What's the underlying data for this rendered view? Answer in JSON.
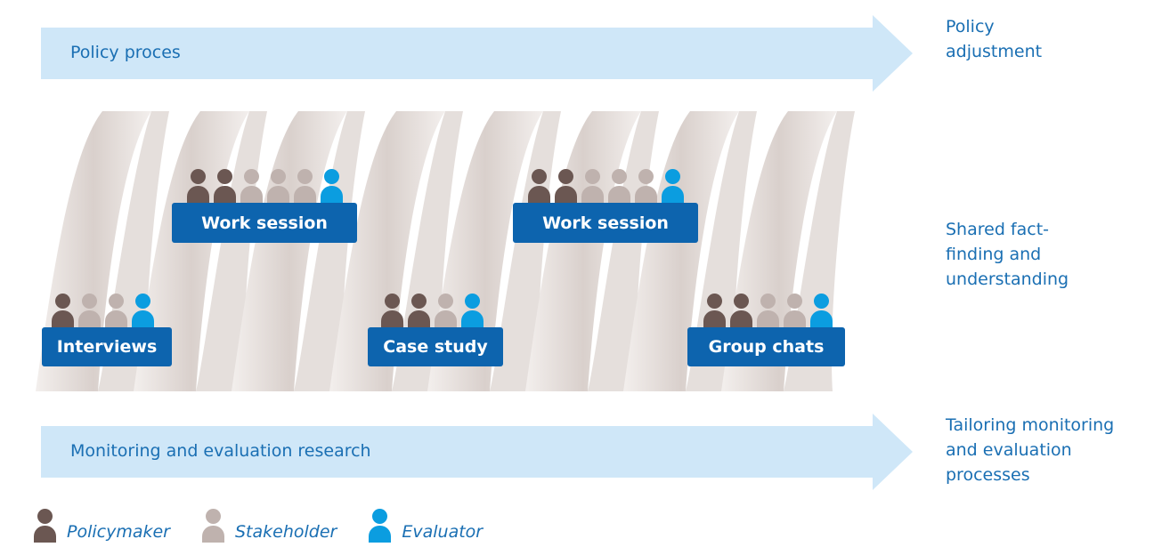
{
  "colors": {
    "arrow_fill": "#cfe7f8",
    "text_blue": "#1a6fb3",
    "box_blue": "#0d64ae",
    "policymaker": "#6b5752",
    "stakeholder": "#bfb2ae",
    "evaluator": "#0b9de0",
    "spiral": "#e5dfdc"
  },
  "top_arrow": {
    "label": "Policy proces"
  },
  "bottom_arrow": {
    "label": "Monitoring and evaluation research"
  },
  "side_labels": {
    "top": "Policy\nadjustment",
    "middle": "Shared fact-\nfinding and\nunderstanding",
    "bottom": "Tailoring monitoring\nand evaluation\nprocesses"
  },
  "activities": [
    {
      "label": "Interviews",
      "people": [
        "policymaker",
        "stakeholder",
        "stakeholder",
        "evaluator"
      ]
    },
    {
      "label": "Work session",
      "people": [
        "policymaker",
        "policymaker",
        "stakeholder",
        "stakeholder",
        "stakeholder",
        "evaluator"
      ]
    },
    {
      "label": "Case study",
      "people": [
        "policymaker",
        "policymaker",
        "stakeholder",
        "evaluator"
      ]
    },
    {
      "label": "Work session",
      "people": [
        "policymaker",
        "policymaker",
        "stakeholder",
        "stakeholder",
        "stakeholder",
        "evaluator"
      ]
    },
    {
      "label": "Group chats",
      "people": [
        "policymaker",
        "policymaker",
        "stakeholder",
        "stakeholder",
        "evaluator"
      ]
    }
  ],
  "legend": [
    {
      "role": "policymaker",
      "label": "Policymaker"
    },
    {
      "role": "stakeholder",
      "label": "Stakeholder"
    },
    {
      "role": "evaluator",
      "label": "Evaluator"
    }
  ]
}
